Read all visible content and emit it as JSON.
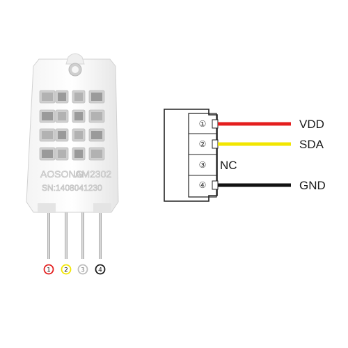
{
  "sensor": {
    "brand_text": "AOSONG",
    "model_text": "AM2302",
    "serial_text": "SN:1408041230"
  },
  "pins": [
    {
      "number": "1",
      "color": "#e41e1e"
    },
    {
      "number": "2",
      "color": "#f2e600"
    },
    {
      "number": "3",
      "color": "#bdbdbd"
    },
    {
      "number": "4",
      "color": "#1a1a1a"
    }
  ],
  "connector": {
    "slots": [
      {
        "number": "①",
        "label": "VDD",
        "wire_color": "#e41e1e",
        "wire": true
      },
      {
        "number": "②",
        "label": "SDA",
        "wire_color": "#f2e600",
        "wire": true
      },
      {
        "number": "③",
        "label": "NC",
        "wire_color": "",
        "wire": false
      },
      {
        "number": "④",
        "label": "GND",
        "wire_color": "#111111",
        "wire": true
      }
    ]
  }
}
